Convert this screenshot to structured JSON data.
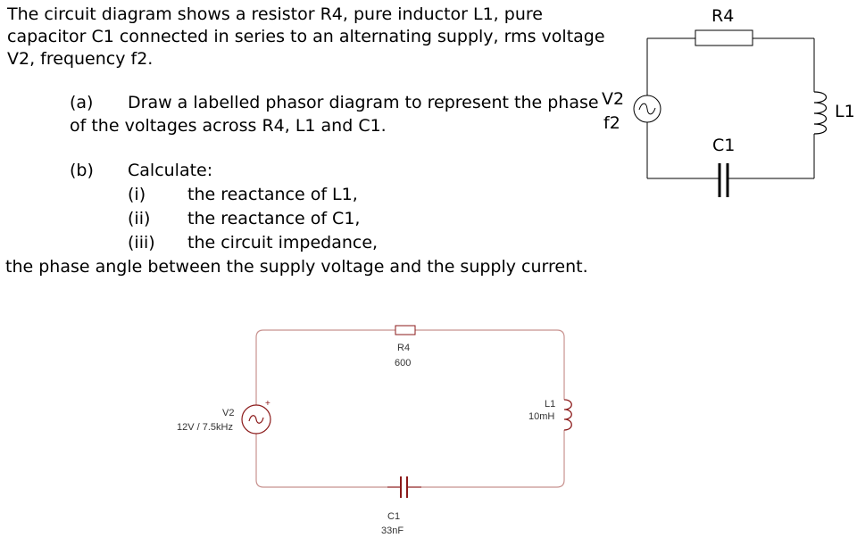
{
  "question": {
    "intro": [
      "The circuit diagram shows a resistor R4, pure inductor L1, pure",
      "capacitor C1 connected in series to an alternating supply, rms voltage",
      "V2, frequency f2."
    ],
    "part_a": {
      "marker": "(a)",
      "line1": "Draw a labelled phasor diagram to represent the phase",
      "line2": "of the voltages across R4, L1 and C1."
    },
    "part_b": {
      "marker": "(b)",
      "heading": "Calculate:",
      "items": [
        {
          "marker": "(i)",
          "text": "the reactance of L1,"
        },
        {
          "marker": "(ii)",
          "text": "the reactance of C1,"
        },
        {
          "marker": "(iii)",
          "text": "the circuit impedance,"
        }
      ],
      "final": "the phase angle between the supply voltage and the supply current."
    }
  },
  "top_circuit": {
    "resistor_label": "R4",
    "source_label": "V2",
    "frequency_label": "f2",
    "inductor_label": "L1",
    "capacitor_label": "C1"
  },
  "bottom_circuit": {
    "resistor_name": "R4",
    "resistor_value": "600",
    "source_name": "V2",
    "source_value": "12V / 7.5kHz",
    "source_polarity": "+",
    "inductor_name": "L1",
    "inductor_value": "10mH",
    "capacitor_name": "C1",
    "capacitor_value": "33nF",
    "wire_color": "#c8928f",
    "component_color": "#8b1a1a"
  }
}
